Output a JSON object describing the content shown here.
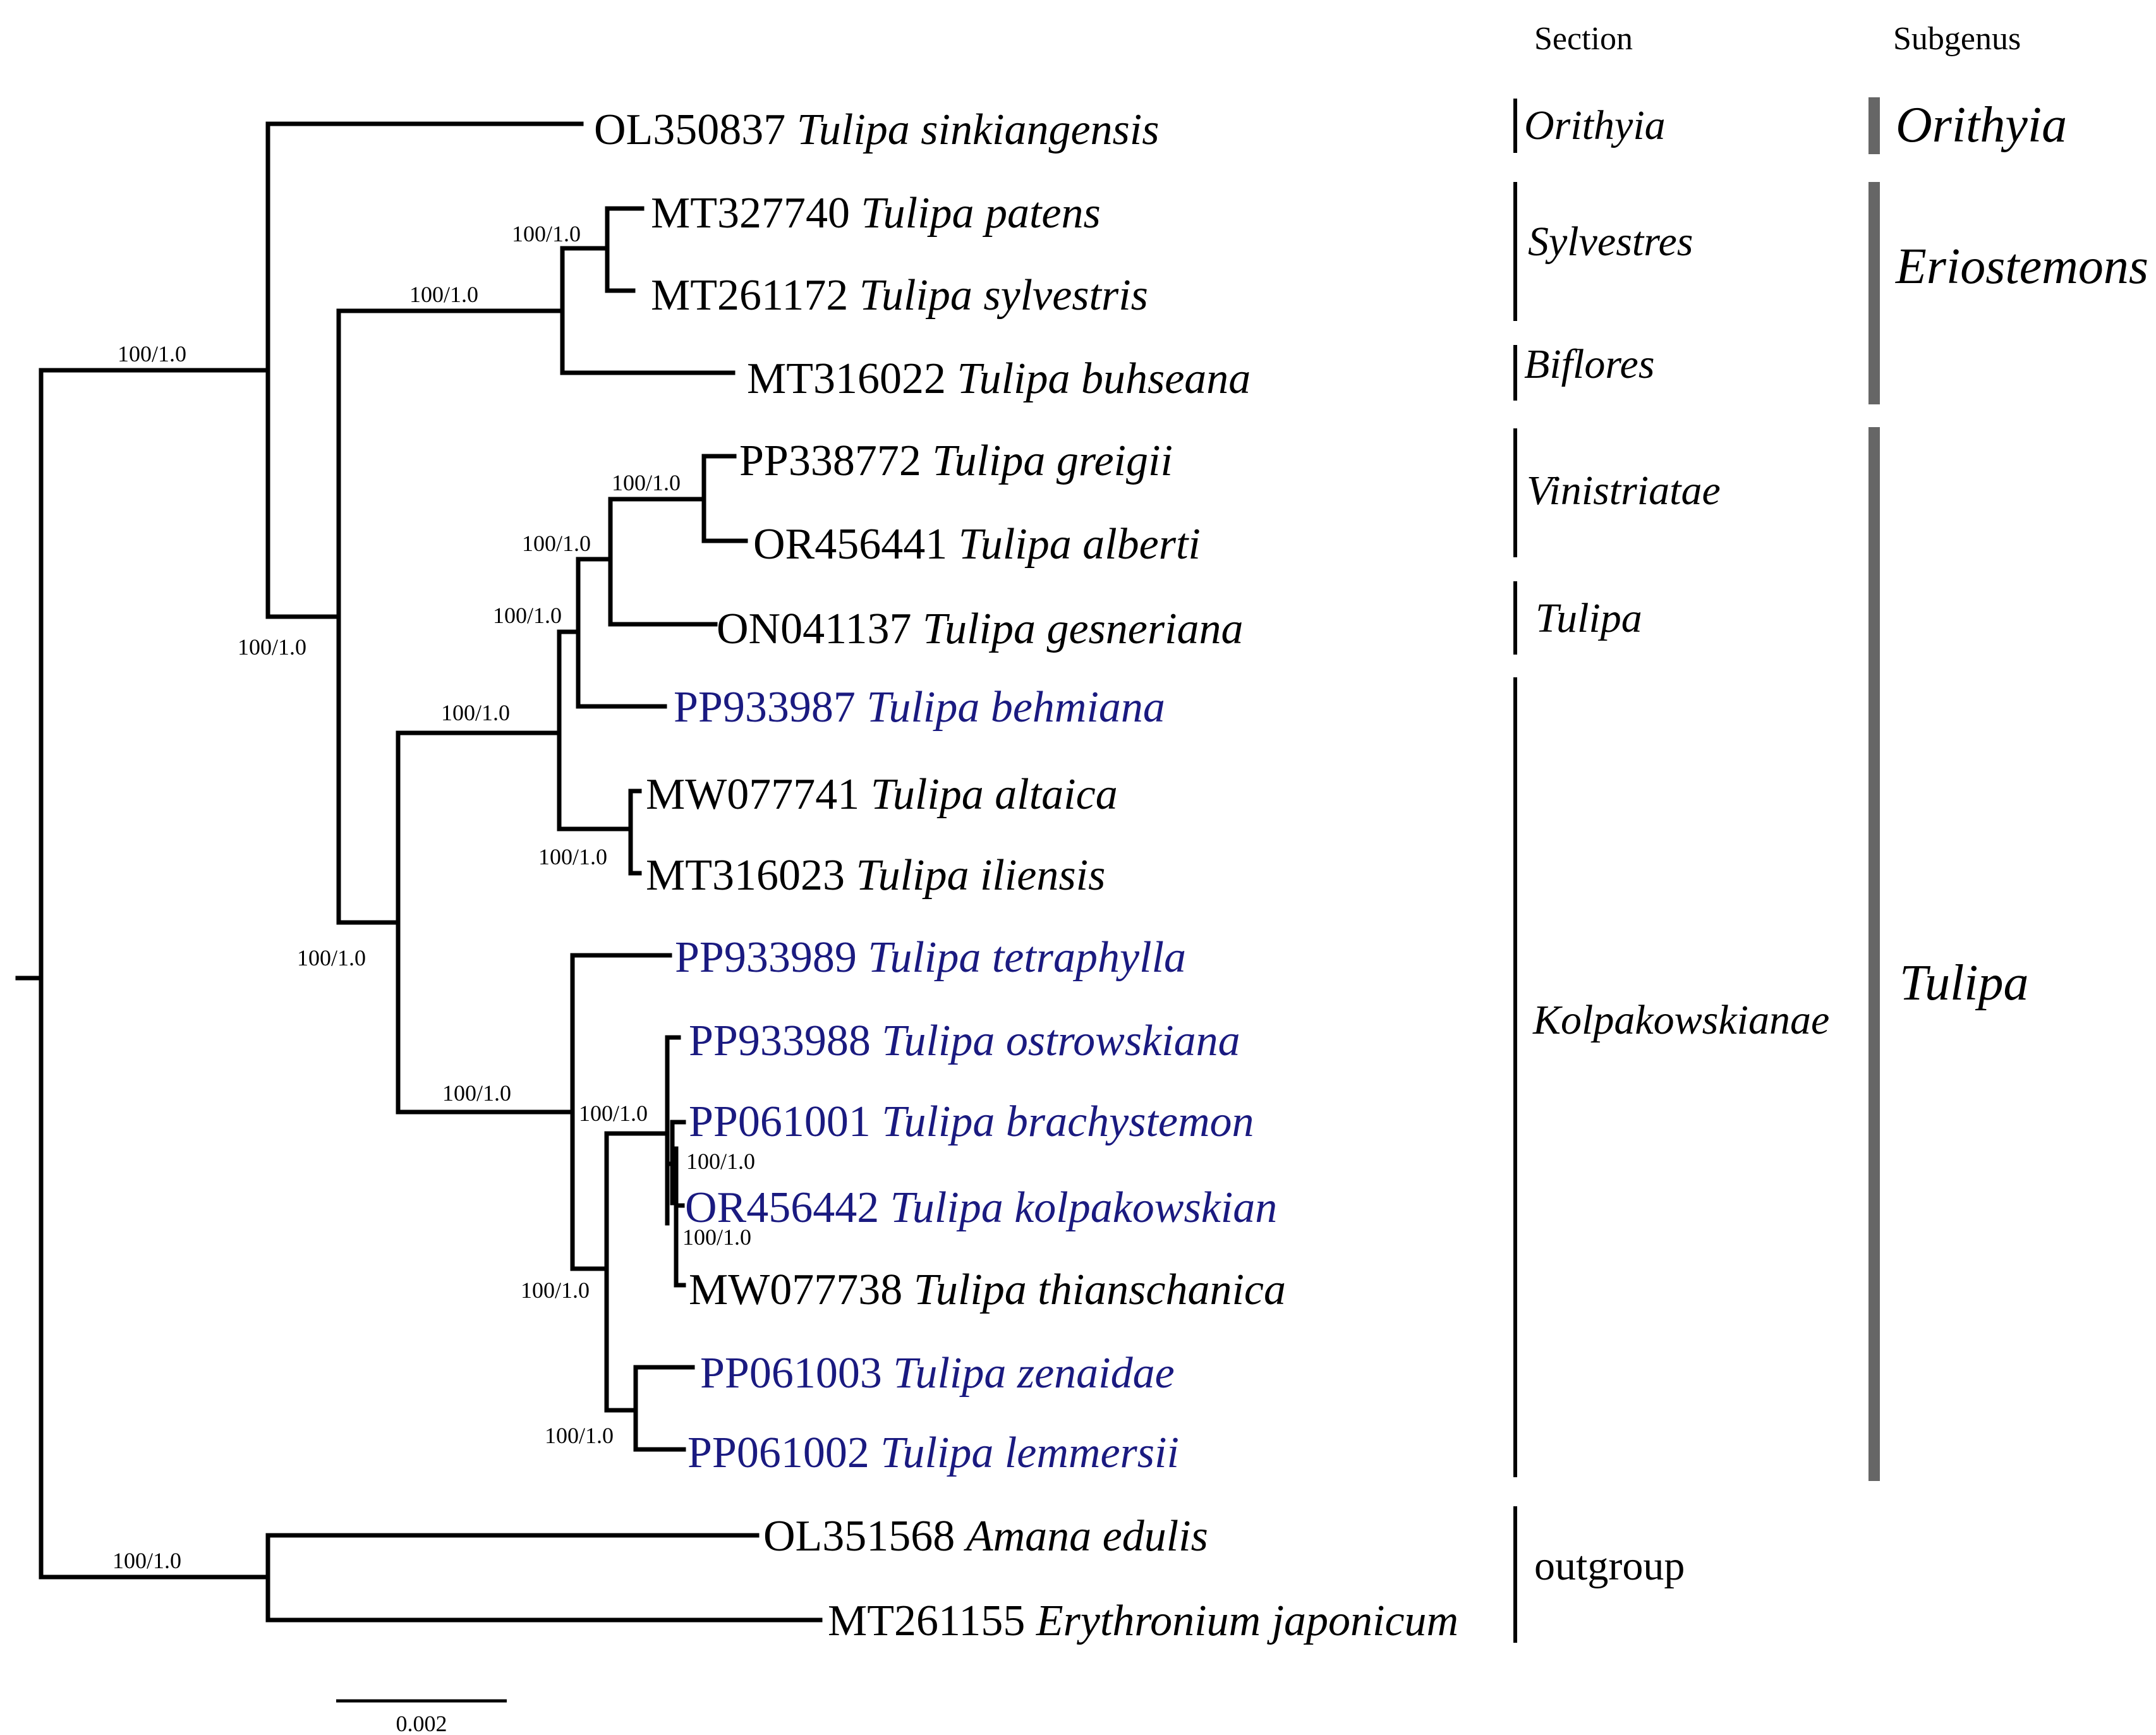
{
  "headers": {
    "section": "Section",
    "subgenus": "Subgenus"
  },
  "colors": {
    "default": "#000000",
    "highlight": "#1a1a80",
    "subgenus_bar": "#666666"
  },
  "taxa": [
    {
      "accession": "OL350837",
      "species": "Tulipa sinkiangensis",
      "highlight": false
    },
    {
      "accession": "MT327740",
      "species": "Tulipa patens",
      "highlight": false
    },
    {
      "accession": "MT261172",
      "species": "Tulipa sylvestris",
      "highlight": false
    },
    {
      "accession": "MT316022",
      "species": "Tulipa buhseana",
      "highlight": false
    },
    {
      "accession": "PP338772",
      "species": "Tulipa greigii",
      "highlight": false
    },
    {
      "accession": "OR456441",
      "species": "Tulipa alberti",
      "highlight": false
    },
    {
      "accession": "ON041137",
      "species": "Tulipa gesneriana",
      "highlight": false
    },
    {
      "accession": "PP933987",
      "species": "Tulipa behmiana",
      "highlight": true
    },
    {
      "accession": "MW077741",
      "species": "Tulipa altaica",
      "highlight": false
    },
    {
      "accession": "MT316023",
      "species": "Tulipa iliensis",
      "highlight": false
    },
    {
      "accession": "PP933989",
      "species": "Tulipa tetraphylla",
      "highlight": true
    },
    {
      "accession": "PP933988",
      "species": "Tulipa ostrowskiana",
      "highlight": true
    },
    {
      "accession": "PP061001",
      "species": "Tulipa brachystemon",
      "highlight": true
    },
    {
      "accession": "OR456442",
      "species": "Tulipa kolpakowskian",
      "highlight": true
    },
    {
      "accession": "MW077738",
      "species": "Tulipa thianschanica",
      "highlight": false
    },
    {
      "accession": "PP061003",
      "species": "Tulipa zenaidae",
      "highlight": true
    },
    {
      "accession": "PP061002",
      "species": "Tulipa lemmersii",
      "highlight": true
    },
    {
      "accession": "OL351568",
      "species": "Amana edulis",
      "highlight": false
    },
    {
      "accession": "MT261155",
      "species": "Erythronium japonicum",
      "highlight": false
    }
  ],
  "support": {
    "root_tulipa": "100/1.0",
    "root_outgroup": "100/1.0",
    "eriostemons": "100/1.0",
    "patens_sylvestris": "100/1.0",
    "core": "100/1.0",
    "main_clade": "100/1.0",
    "upper_group": "100/1.0",
    "vinistriatae_gesneriana": "100/1.0",
    "greigii_alberti": "100/1.0",
    "altaica_iliensis": "100/1.0",
    "kolpakowskianae": "100/1.0",
    "kolp_inner": "100/1.0",
    "ostrowskiana_group": "100/1.0",
    "brachy_kolp": "100/1.0",
    "kolp_thian": "100/1.0",
    "zenaidae_lemmersii": "100/1.0"
  },
  "sections": [
    "Orithyia",
    "Sylvestres",
    "Biflores",
    "Vinistriatae",
    "Tulipa",
    "Kolpakowskianae",
    "outgroup"
  ],
  "subgenera": [
    "Orithyia",
    "Eriostemons",
    "Tulipa"
  ],
  "scale_label": "0.002"
}
